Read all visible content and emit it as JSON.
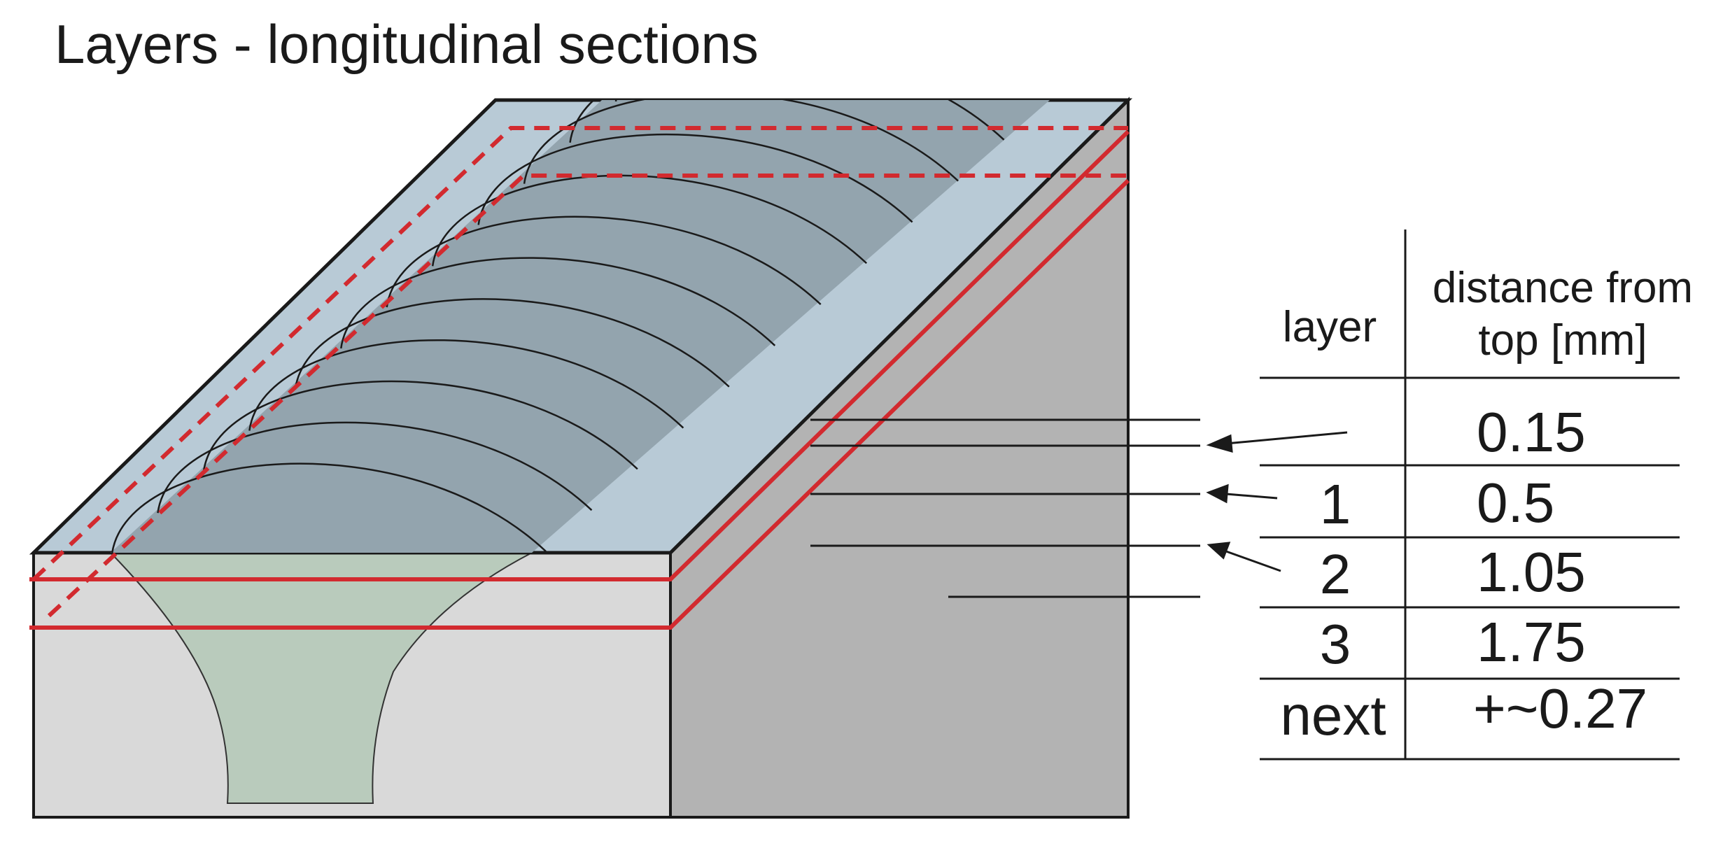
{
  "title": "Layers - longitudinal sections",
  "colors": {
    "top_face": "#b8cad6",
    "weld_beads": "#93a4ae",
    "front_face": "#d9d9d9",
    "side_face": "#b3b3b3",
    "weld_cross_section": "#b9cbbc",
    "section_planes": "#d22a2f",
    "outline": "#1a1a1a"
  },
  "table": {
    "header_layer": "layer",
    "header_distance_line1": "distance from",
    "header_distance_line2": "top [mm]",
    "rows": [
      {
        "layer": "",
        "distance": "0.15"
      },
      {
        "layer": "1",
        "distance": "0.5"
      },
      {
        "layer": "2",
        "distance": "1.05"
      },
      {
        "layer": "3",
        "distance": "1.75"
      },
      {
        "layer": "next",
        "distance": "+~0.27"
      }
    ]
  }
}
